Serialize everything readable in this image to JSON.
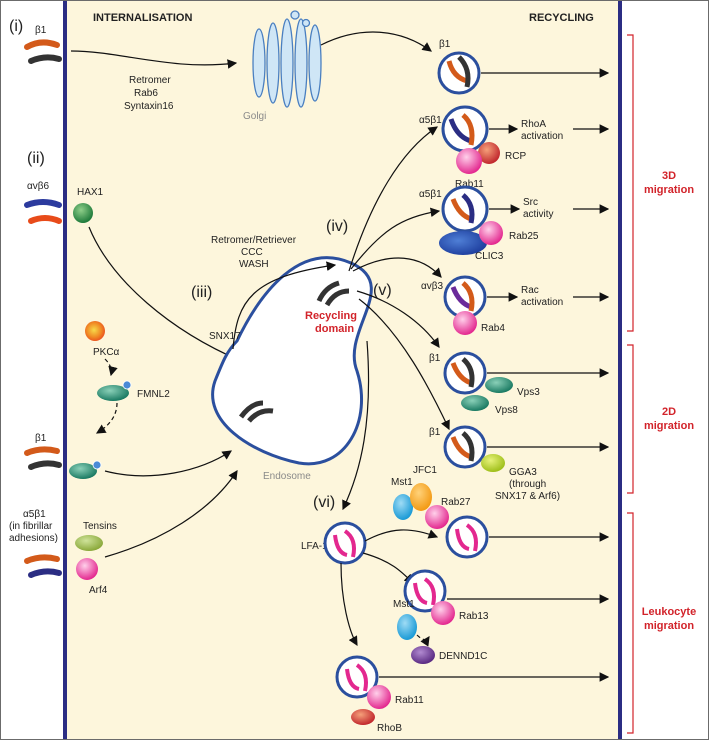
{
  "headers": {
    "internalisation": "INTERNALISATION",
    "recycling": "RECYCLING"
  },
  "stages": {
    "i": "(i)",
    "ii": "(ii)",
    "iii": "(iii)",
    "iv": "(iv)",
    "v": "(v)",
    "vi": "(vi)"
  },
  "left": {
    "b1_top": "β1",
    "avb6": "αvβ6",
    "hax1": "HAX1",
    "pkca": "PKCα",
    "fmnl2": "FMNL2",
    "b1_mid": "β1",
    "a5b1": "α5β1",
    "a5b1_note1": "(in fibrillar",
    "a5b1_note2": "adhesions)",
    "tensins": "Tensins",
    "arf4": "Arf4"
  },
  "golgi": {
    "label": "Golgi",
    "arrow1": "Retromer",
    "arrow2": "Rab6",
    "arrow3": "Syntaxin16"
  },
  "endosome": {
    "label": "Endosome",
    "domain1": "Recycling",
    "domain2": "domain",
    "snx17": "SNX17",
    "route1": "Retromer/Retriever",
    "route2": "CCC",
    "route3": "WASH"
  },
  "right": {
    "b1_golgi": "β1",
    "a5b1_1": "α5β1",
    "rhoa1": "RhoA",
    "rhoa2": "activation",
    "rcp": "RCP",
    "rab11": "Rab11",
    "a5b1_2": "α5β1",
    "src1": "Src",
    "src2": "activity",
    "rab25": "Rab25",
    "clic3": "CLIC3",
    "avb3": "αvβ3",
    "rac1": "Rac",
    "rac2": "activation",
    "rab4": "Rab4",
    "b1_vps": "β1",
    "vps3": "Vps3",
    "vps8": "Vps8",
    "b1_gga": "β1",
    "gga3_1": "GGA3",
    "gga3_2": "(through",
    "gga3_3": "SNX17 & Arf6)"
  },
  "leuko": {
    "lfa1": "LFA-1",
    "jfc1": "JFC1",
    "mst1_a": "Mst1",
    "rab27": "Rab27",
    "mst1_b": "Mst1",
    "rab13": "Rab13",
    "dennd1c": "DENND1C",
    "rab11": "Rab11",
    "rhob": "RhoB"
  },
  "migration": {
    "m3d_1": "3D",
    "m3d_2": "migration",
    "m2d_1": "2D",
    "m2d_2": "migration",
    "mleu_1": "Leukocyte",
    "mleu_2": "migration"
  },
  "colors": {
    "bg": "#fdf6dc",
    "membrane": "#2b2d83",
    "vesicle": "#2b4f9e",
    "accent_red": "#d2232a"
  }
}
